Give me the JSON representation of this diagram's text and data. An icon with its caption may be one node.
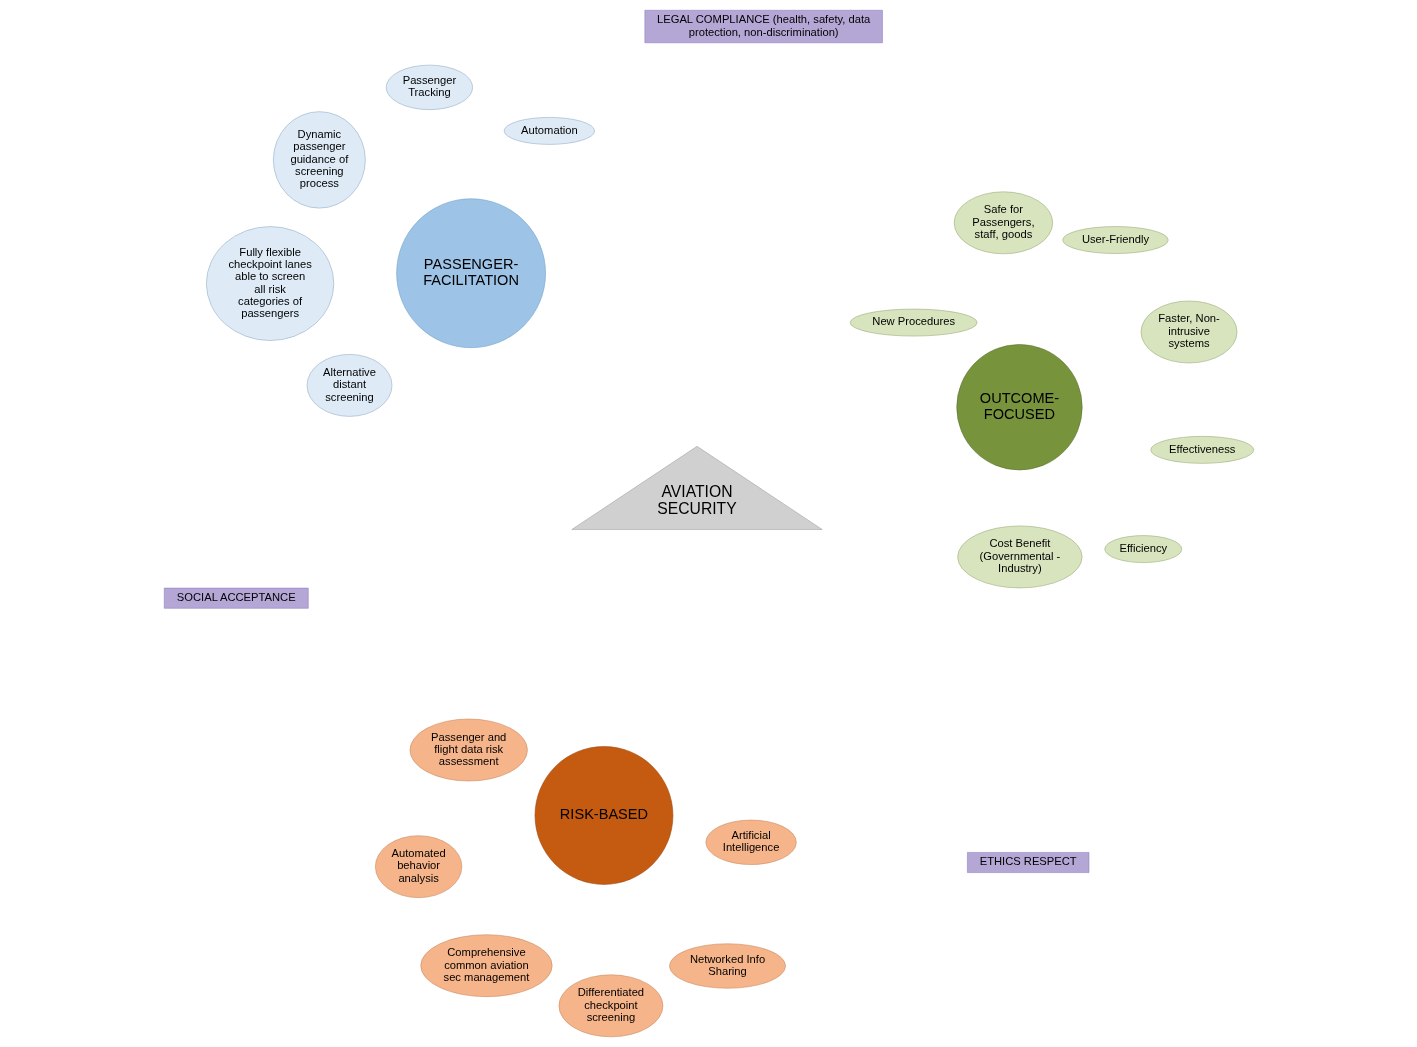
{
  "diagram": {
    "nodes": [
      {
        "text": [
          "SOCIAL ACCEPTANCE"
        ]
      },
      {
        "text": [
          "ETHICS RESPECT"
        ]
      },
      {
        "text": [
          "Comprehensive common aviation sec management"
        ]
      },
      {
        "text": [
          "Passenger and flight data risk assessment"
        ]
      },
      {
        "text": [
          "Artificial Intelligence"
        ]
      },
      {
        "text": [
          "Automated behavior analysis"
        ]
      },
      {
        "text": [
          "RISK-BASED"
        ]
      },
      {
        "text": [
          "Networked Info Sharing"
        ]
      },
      {
        "text": [
          "Differentiated checkpoint screening"
        ]
      },
      {
        "text": [
          "Cost Benefit (Governmental - Industry)"
        ]
      },
      {
        "text": [
          "Alternative distant screening"
        ]
      },
      {
        "text": [
          "AVIATION SECURITY"
        ]
      },
      {
        "text": [
          "Effectiveness"
        ]
      },
      {
        "text": [
          "Automation"
        ]
      },
      {
        "text": [
          "PASSENGER-FACILITATION"
        ]
      },
      {
        "text": [
          "OUTCOME-FOCUSED"
        ]
      },
      {
        "text": [
          "Efficiency"
        ]
      },
      {
        "text": [
          "Passenger Tracking"
        ]
      },
      {
        "text": [
          "New Procedures"
        ]
      },
      {
        "text": [
          "Safe for Passengers, staff, goods"
        ]
      },
      {
        "text": [
          "Dynamic passenger guidance of screening process"
        ]
      },
      {
        "text": [
          "Fully flexible checkpoint lanes able to screen all risk categories of passengers"
        ]
      },
      {
        "text": [
          "User-Friendly"
        ]
      },
      {
        "text": [
          "Faster, Non-intrusive systems"
        ]
      },
      {
        "text": [
          "LEGAL COMPLIANCE (health, safety, data protection, non-discrimination)"
        ]
      }
    ]
  }
}
